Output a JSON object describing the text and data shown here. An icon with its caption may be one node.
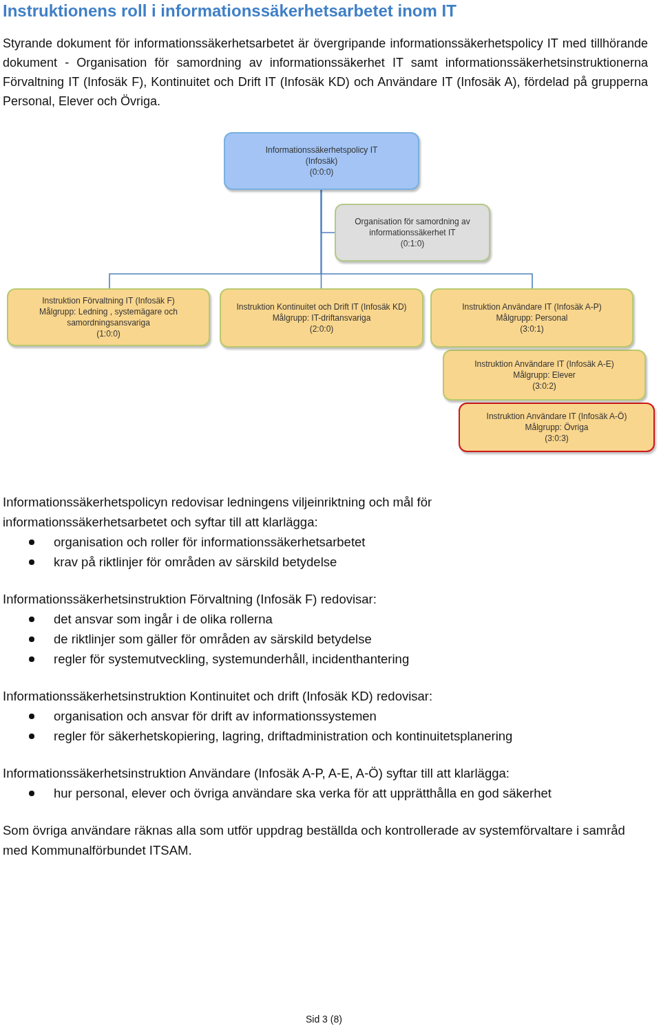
{
  "diagram": {
    "title": "Instruktionens roll i informationssäkerhetsarbetet inom IT",
    "nodes": [
      {
        "text": [
          "Informationssäkerhetspolicy IT",
          "(Infosäk)",
          "(0:0:0)"
        ]
      },
      {
        "text": [
          "Organisation för samordning av informationssäkerhet IT",
          "(0:1:0)"
        ]
      },
      {
        "text": [
          "Instruktion Förvaltning IT (Infosäk F)",
          "Målgrupp: Ledning , systemägare och samordningsansvariga",
          "(1:0:0)"
        ]
      },
      {
        "text": [
          "Instruktion Kontinuitet och Drift IT (Infosäk KD)",
          "Målgrupp: IT-driftansvariga",
          "(2:0:0)"
        ]
      },
      {
        "text": [
          "Instruktion Användare IT (Infosäk A-P)",
          "Målgrupp: Personal",
          "(3:0:1)"
        ]
      },
      {
        "text": [
          "Instruktion Användare IT (Infosäk A-E)",
          "Målgrupp: Elever",
          "(3:0:2)"
        ]
      },
      {
        "text": [
          "Instruktion Användare IT (Infosäk A-Ö)",
          "Målgrupp: Övriga",
          "(3:0:3)"
        ]
      }
    ],
    "edges": [
      {
        "from": 0,
        "to": 1,
        "arrow": "none"
      },
      {
        "from": 0,
        "to": 2,
        "arrow": "none"
      },
      {
        "from": 0,
        "to": 3,
        "arrow": "none"
      },
      {
        "from": 0,
        "to": 4,
        "arrow": "none"
      }
    ],
    "labels": [
      "Styrande dokument för informationssäkerhetsarbetet är övergripande informationssäkerhetspolicy IT med tillhörande dokument - Organisation för samordning av informationssäkerhet IT samt informationssäkerhetsinstruktionerna Förvaltning IT (Infosäk F), Kontinuitet och Drift IT (Infosäk KD) och Användare IT (Infosäk A), fördelad på grupperna Personal, Elever och Övriga.",
      "Informationssäkerhetspolicyn redovisar ledningens viljeinriktning och mål för informationssäkerhetsarbetet och syftar till att klarlägga:",
      "organisation och roller för informationssäkerhetsarbetet",
      "krav på riktlinjer för områden av särskild betydelse",
      "Informationssäkerhetsinstruktion Förvaltning (Infosäk F) redovisar:",
      "det ansvar som ingår i de olika rollerna",
      "de riktlinjer som gäller för områden av särskild betydelse",
      "regler för systemutveckling, systemunderhåll, incidenthantering",
      "Informationssäkerhetsinstruktion Kontinuitet och drift (Infosäk KD) redovisar:",
      "organisation och ansvar för drift av informationssystemen",
      "regler för säkerhetskopiering, lagring, driftadministration och kontinuitetsplanering",
      "Informationssäkerhetsinstruktion Användare (Infosäk A-P, A-E, A-Ö) syftar till att klarlägga:",
      "hur personal, elever och övriga användare ska verka för att upprätthålla en god säkerhet",
      "Som övriga användare räknas alla som utför uppdrag beställda och kontrollerade av systemförvaltare i samråd med Kommunalförbundet ITSAM.",
      "Sid 3 (8)"
    ]
  }
}
